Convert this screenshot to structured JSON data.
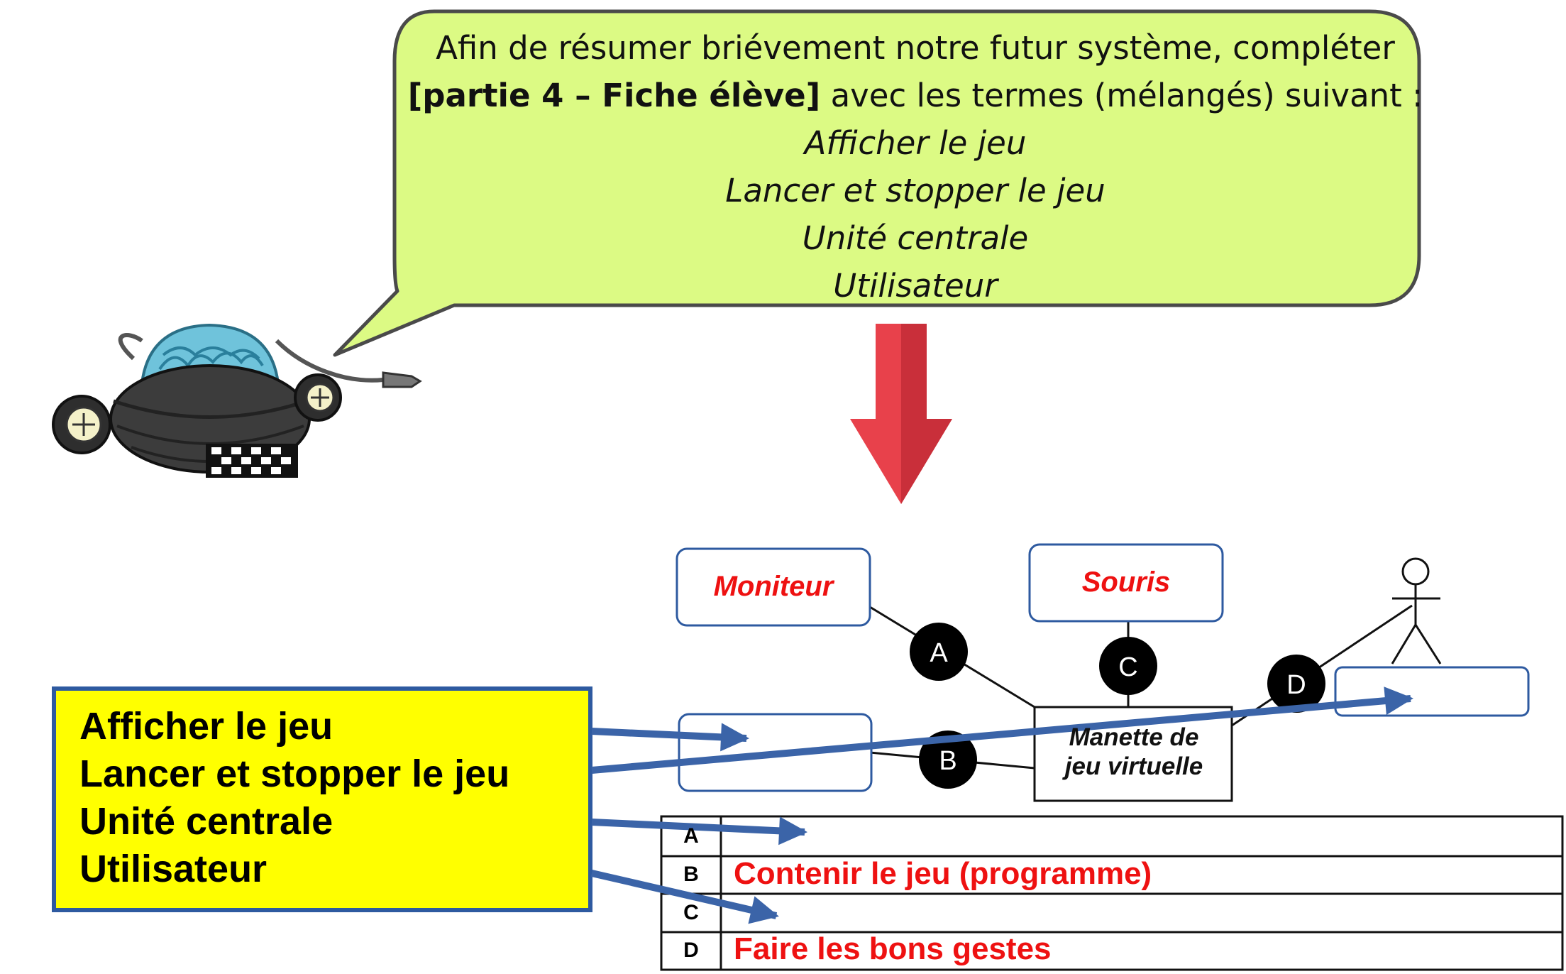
{
  "bubble": {
    "line1": "Afin de résumer briévement notre futur système, compléter",
    "line2_bold": "[partie 4 – Fiche élève]",
    "line2_rest": " avec les termes (mélangés) suivant :",
    "terms": [
      "Afficher le jeu",
      "Lancer et stopper le jeu",
      "Unité centrale",
      "Utilisateur"
    ]
  },
  "diagram": {
    "moniteur": "Moniteur",
    "souris": "Souris",
    "manette_line1": "Manette de",
    "manette_line2": "jeu virtuelle",
    "links": [
      "A",
      "B",
      "C",
      "D"
    ]
  },
  "terms_box": [
    "Afficher le jeu",
    "Lancer et stopper le jeu",
    "Unité centrale",
    "Utilisateur"
  ],
  "table": [
    {
      "letter": "A",
      "answer": ""
    },
    {
      "letter": "B",
      "answer": "Contenir le jeu (programme)"
    },
    {
      "letter": "C",
      "answer": ""
    },
    {
      "letter": "D",
      "answer": "Faire les bons gestes"
    }
  ],
  "colors": {
    "bubble_fill": "#dcfa84",
    "answer_red": "#ee1111",
    "terms_fill": "#ffff00",
    "arrow_blue": "#3b64a8",
    "down_arrow_red": "#e8414b",
    "node_border": "#2e5aa0"
  }
}
